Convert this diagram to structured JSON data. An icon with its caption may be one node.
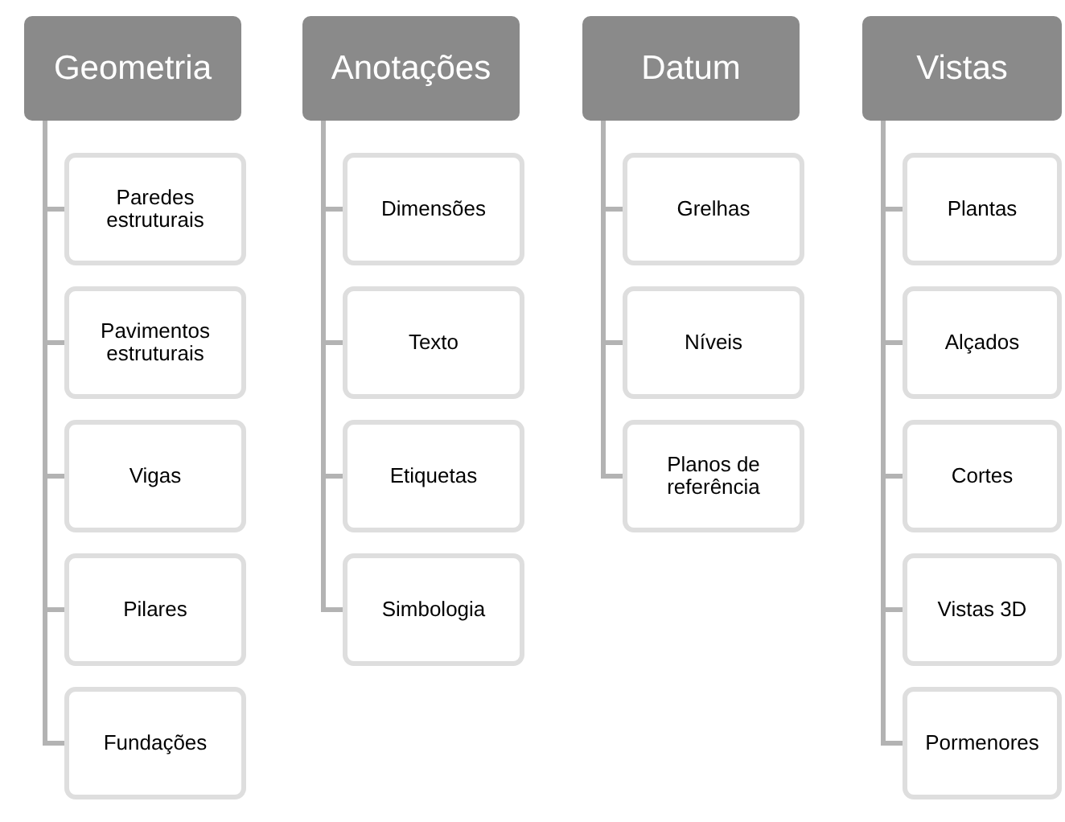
{
  "diagram": {
    "nodes": [
      {
        "text": [
          "Geometria"
        ]
      },
      {
        "text": [
          "Paredes estruturais"
        ]
      },
      {
        "text": [
          "Pavimentos estruturais"
        ]
      },
      {
        "text": [
          "Vigas"
        ]
      },
      {
        "text": [
          "Pilares"
        ]
      },
      {
        "text": [
          "Fundações"
        ]
      },
      {
        "text": [
          "Anotações"
        ]
      },
      {
        "text": [
          "Dimensões"
        ]
      },
      {
        "text": [
          "Texto"
        ]
      },
      {
        "text": [
          "Etiquetas"
        ]
      },
      {
        "text": [
          "Simbologia"
        ]
      },
      {
        "text": [
          "Datum"
        ]
      },
      {
        "text": [
          "Grelhas"
        ]
      },
      {
        "text": [
          "Níveis"
        ]
      },
      {
        "text": [
          "Planos de referência"
        ]
      },
      {
        "text": [
          "Vistas"
        ]
      },
      {
        "text": [
          "Plantas"
        ]
      },
      {
        "text": [
          "Alçados"
        ]
      },
      {
        "text": [
          "Cortes"
        ]
      },
      {
        "text": [
          "Vistas 3D"
        ]
      },
      {
        "text": [
          "Pormenores"
        ]
      }
    ],
    "edges": [
      {
        "from": 0,
        "to": 1,
        "arrow": "none"
      },
      {
        "from": 0,
        "to": 2,
        "arrow": "none"
      },
      {
        "from": 0,
        "to": 3,
        "arrow": "none"
      },
      {
        "from": 0,
        "to": 4,
        "arrow": "none"
      },
      {
        "from": 0,
        "to": 5,
        "arrow": "none"
      },
      {
        "from": 6,
        "to": 7,
        "arrow": "none"
      },
      {
        "from": 6,
        "to": 8,
        "arrow": "none"
      },
      {
        "from": 6,
        "to": 9,
        "arrow": "none"
      },
      {
        "from": 6,
        "to": 10,
        "arrow": "none"
      },
      {
        "from": 11,
        "to": 12,
        "arrow": "none"
      },
      {
        "from": 11,
        "to": 13,
        "arrow": "none"
      },
      {
        "from": 11,
        "to": 14,
        "arrow": "none"
      },
      {
        "from": 15,
        "to": 16,
        "arrow": "none"
      },
      {
        "from": 15,
        "to": 17,
        "arrow": "none"
      },
      {
        "from": 15,
        "to": 18,
        "arrow": "none"
      },
      {
        "from": 15,
        "to": 19,
        "arrow": "none"
      },
      {
        "from": 15,
        "to": 20,
        "arrow": "none"
      }
    ]
  }
}
